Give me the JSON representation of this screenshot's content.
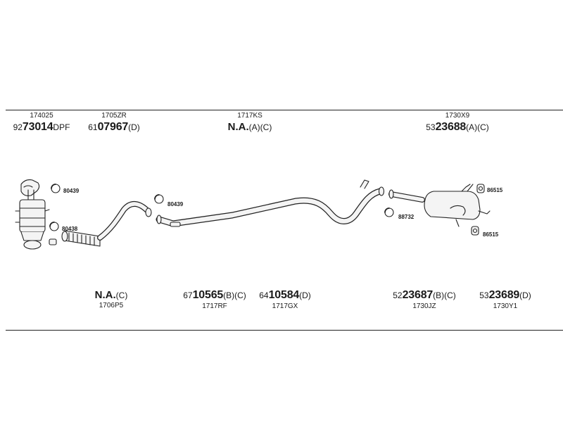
{
  "top_labels": [
    {
      "id": "cat-converter",
      "ref": "174025",
      "prefix": "92",
      "num": "73014",
      "suffix": "DPF"
    },
    {
      "id": "front-pipe",
      "ref": "1705ZR",
      "prefix": "61",
      "num": "07967",
      "suffix": "(D)"
    },
    {
      "id": "mid-pipe-na",
      "ref": "1717KS",
      "na": "N.A.",
      "suffix": "(A)(C)"
    },
    {
      "id": "rear-silencer",
      "ref": "1730X9",
      "prefix": "53",
      "num": "23688",
      "suffix": "(A)(C)"
    }
  ],
  "bottom_labels": [
    {
      "id": "flex-na",
      "ref": "1706P5",
      "na": "N.A.",
      "suffix": "(C)"
    },
    {
      "id": "mid-pipe-b",
      "ref": "1717RF",
      "prefix": "67",
      "num": "10565",
      "suffix": "(B)(C)"
    },
    {
      "id": "mid-pipe-d",
      "ref": "1717GX",
      "prefix": "64",
      "num": "10584",
      "suffix": "(D)"
    },
    {
      "id": "rear-silencer-b",
      "ref": "1730JZ",
      "prefix": "52",
      "num": "23687",
      "suffix": "(B)(C)"
    },
    {
      "id": "rear-silencer-d",
      "ref": "1730Y1",
      "prefix": "53",
      "num": "23689",
      "suffix": "(D)"
    }
  ],
  "part_codes": {
    "clamp_a": "80439",
    "clamp_b": "80438",
    "clamp_c": "80439",
    "clamp_d": "88732",
    "rubber_a": "86515",
    "rubber_b": "86515"
  }
}
